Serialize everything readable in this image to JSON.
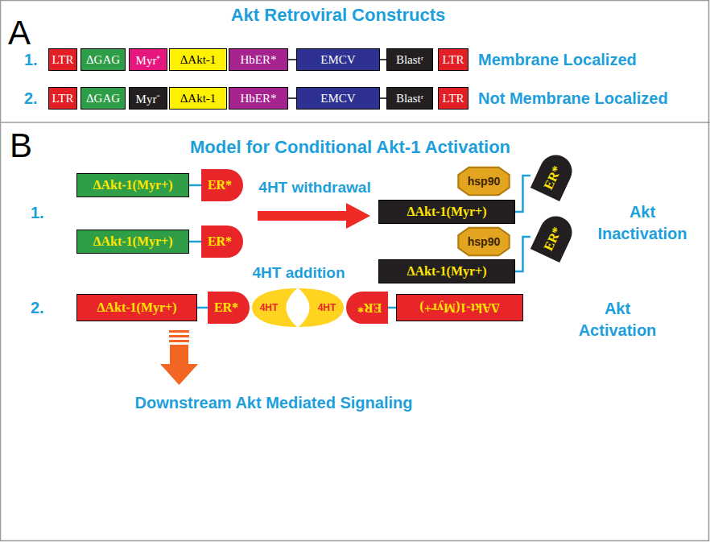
{
  "diagram": {
    "nodes": [
      {
        "text": [
          "LTR"
        ]
      },
      {
        "text": [
          "ΔGAG"
        ]
      },
      {
        "text": [
          "Myr⁺"
        ]
      },
      {
        "text": [
          "ΔAkt-1"
        ]
      },
      {
        "text": [
          "HbER*"
        ]
      },
      {
        "text": [
          "EMCV"
        ]
      },
      {
        "text": [
          "Blastʳ"
        ]
      },
      {
        "text": [
          "LTR"
        ]
      },
      {
        "text": [
          "LTR"
        ]
      },
      {
        "text": [
          "ΔGAG"
        ]
      },
      {
        "text": [
          "Myr⁻"
        ]
      },
      {
        "text": [
          "ΔAkt-1"
        ]
      },
      {
        "text": [
          "HbER*"
        ]
      },
      {
        "text": [
          "EMCV"
        ]
      },
      {
        "text": [
          "Blastʳ"
        ]
      },
      {
        "text": [
          "LTR"
        ]
      },
      {
        "text": [
          "ΔAkt-1(Myr+)"
        ]
      },
      {
        "text": [
          "ER*"
        ]
      },
      {
        "text": [
          "ΔAkt-1(Myr+)"
        ]
      },
      {
        "text": [
          "ER*"
        ]
      },
      {
        "text": [
          "hsp90"
        ]
      },
      {
        "text": [
          "ER*"
        ]
      },
      {
        "text": [
          "ΔAkt-1(Myr+)"
        ]
      },
      {
        "text": [
          "hsp90"
        ]
      },
      {
        "text": [
          "ER*"
        ]
      },
      {
        "text": [
          "ΔAkt-1(Myr+)"
        ]
      },
      {
        "text": [
          "ΔAkt-1(Myr+)"
        ]
      },
      {
        "text": [
          "ER*"
        ]
      },
      {
        "text": [
          "4HT"
        ]
      },
      {
        "text": [
          "4HT"
        ]
      },
      {
        "text": [
          "ER*"
        ]
      },
      {
        "text": [
          "ΔAkt-1(Myr+)"
        ]
      }
    ],
    "edges": [
      {
        "from": 4,
        "to": 5,
        "arrow": "none"
      },
      {
        "from": 5,
        "to": 6,
        "arrow": "none"
      },
      {
        "from": 12,
        "to": 13,
        "arrow": "none"
      },
      {
        "from": 13,
        "to": 14,
        "arrow": "none"
      },
      {
        "from": 16,
        "to": 17,
        "arrow": "none"
      },
      {
        "from": 18,
        "to": 19,
        "arrow": "none"
      },
      {
        "from": 22,
        "to": 21,
        "arrow": "none"
      },
      {
        "from": 25,
        "to": 24,
        "arrow": "none"
      },
      {
        "from": 26,
        "to": 27,
        "arrow": "none"
      },
      {
        "from": 30,
        "to": 31,
        "arrow": "none"
      }
    ],
    "labels": [
      "A",
      "Akt Retroviral Constructs",
      "1.",
      "Membrane Localized",
      "2.",
      "Not Membrane Localized",
      "B",
      "Model for Conditional Akt-1 Activation",
      "1.",
      "4HT withdrawal",
      "Akt Inactivation",
      "4HT addition",
      "2.",
      "Akt Activation",
      "Downstream Akt Mediated Signaling"
    ]
  }
}
